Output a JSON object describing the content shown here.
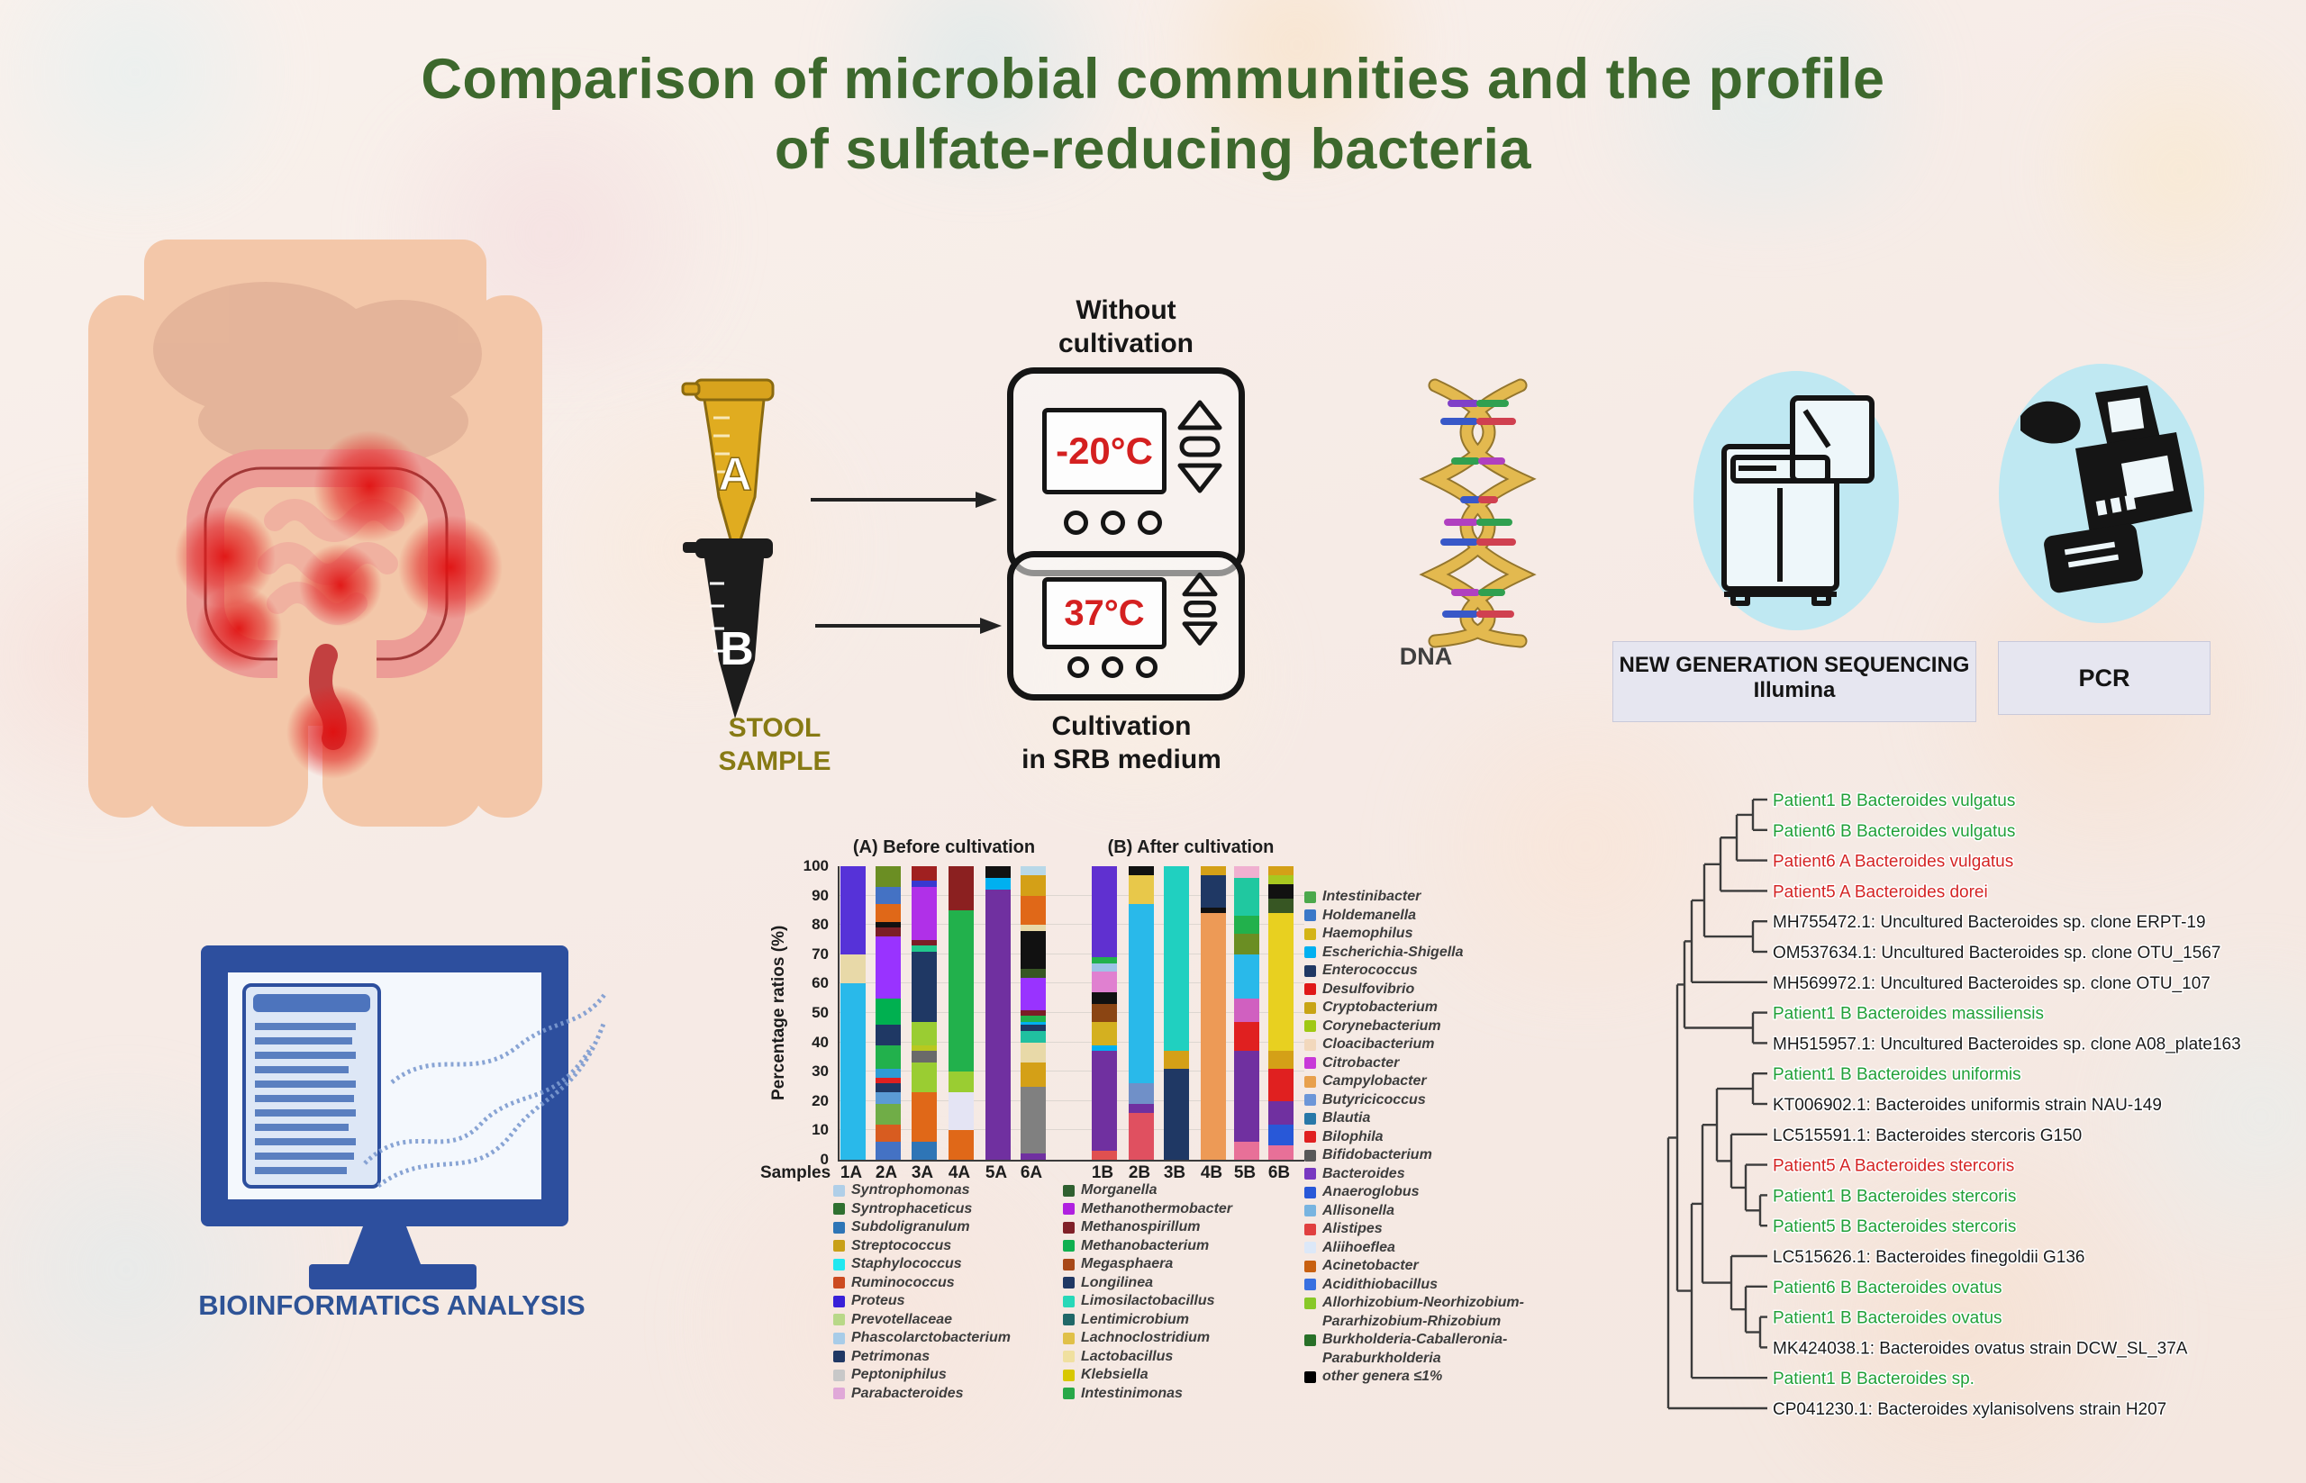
{
  "title": {
    "line1": "Comparison of microbial communities and the profile",
    "line2": "of sulfate-reducing bacteria",
    "color": "#3d682d"
  },
  "workflow": {
    "without_line1": "Without",
    "without_line2": "cultivation",
    "cultivation_line1": "Cultivation",
    "cultivation_line2": "in SRB medium",
    "stool_line1": "STOOL",
    "stool_line2": "SAMPLE",
    "stool_color": "#877a14",
    "tube_a_letter": "A",
    "tube_b_letter": "B",
    "temp_a": "-20°C",
    "temp_b": "37°C",
    "temp_color": "#d42020",
    "dna_label": "DNA",
    "ngs_line1": "NEW GENERATION SEQUENCING",
    "ngs_line2": "Illumina",
    "pcr_label": "PCR",
    "bioinformatics_label": "BIOINFORMATICS ANALYSIS",
    "bio_color": "#2e5396",
    "circle_color": "#bfe8f2"
  },
  "chart_data": {
    "type": "stacked-bar",
    "title_a": "(A) Before cultivation",
    "title_b": "(B) After cultivation",
    "ylabel": "Percentage ratios (%)",
    "xlabel": "Samples",
    "ylim": [
      0,
      100
    ],
    "yticks": [
      0,
      10,
      20,
      30,
      40,
      50,
      60,
      70,
      80,
      90,
      100
    ],
    "bars": [
      {
        "label": "1A",
        "segments": [
          [
            "#29b9ea",
            60
          ],
          [
            "#e8d9a8",
            10
          ],
          [
            "#5632d8",
            30
          ]
        ]
      },
      {
        "label": "2A",
        "segments": [
          [
            "#4472c4",
            6
          ],
          [
            "#d85c20",
            6
          ],
          [
            "#70ad47",
            7
          ],
          [
            "#5b9bd5",
            4
          ],
          [
            "#1f3864",
            3
          ],
          [
            "#e02020",
            2
          ],
          [
            "#2e9bd5",
            3
          ],
          [
            "#22b14c",
            8
          ],
          [
            "#1f3864",
            7
          ],
          [
            "#00b050",
            9
          ],
          [
            "#9933ff",
            21
          ],
          [
            "#7b1e26",
            3
          ],
          [
            "#111111",
            2
          ],
          [
            "#e06818",
            6
          ],
          [
            "#4472c4",
            6
          ],
          [
            "#6b8e23",
            7
          ]
        ]
      },
      {
        "label": "3A",
        "segments": [
          [
            "#2e75b6",
            6
          ],
          [
            "#e06818",
            17
          ],
          [
            "#9acd32",
            10
          ],
          [
            "#6a6a6a",
            4
          ],
          [
            "#b8c820",
            2
          ],
          [
            "#9acd32",
            8
          ],
          [
            "#1f3864",
            24
          ],
          [
            "#22c88c",
            2
          ],
          [
            "#7b1e26",
            2
          ],
          [
            "#b030e8",
            18
          ],
          [
            "#3838d0",
            2
          ],
          [
            "#a02020",
            5
          ]
        ]
      },
      {
        "label": "4A",
        "segments": [
          [
            "#e06818",
            10
          ],
          [
            "#e4e4f4",
            13
          ],
          [
            "#9acd32",
            7
          ],
          [
            "#22b14c",
            55
          ],
          [
            "#8b2020",
            15
          ]
        ]
      },
      {
        "label": "5A",
        "segments": [
          [
            "#7030a0",
            92
          ],
          [
            "#00b0f0",
            4
          ],
          [
            "#111111",
            4
          ]
        ]
      },
      {
        "label": "6A",
        "segments": [
          [
            "#7030a0",
            2
          ],
          [
            "#808080",
            23
          ],
          [
            "#d4a017",
            8
          ],
          [
            "#e8d9a8",
            7
          ],
          [
            "#20c0a0",
            4
          ],
          [
            "#1f3864",
            2
          ],
          [
            "#00b0f0",
            1
          ],
          [
            "#22b14c",
            2
          ],
          [
            "#7b1e26",
            2
          ],
          [
            "#9933ff",
            11
          ],
          [
            "#375623",
            3
          ],
          [
            "#111111",
            13
          ],
          [
            "#e8d9a8",
            2
          ],
          [
            "#e06818",
            10
          ],
          [
            "#d4a017",
            7
          ],
          [
            "#b8d8e8",
            3
          ]
        ]
      },
      {
        "label": "1B",
        "segments": [
          [
            "#e05050",
            3
          ],
          [
            "#7030a0",
            34
          ],
          [
            "#00b0f0",
            2
          ],
          [
            "#d4b020",
            8
          ],
          [
            "#8b4513",
            6
          ],
          [
            "#111111",
            4
          ],
          [
            "#e080d0",
            7
          ],
          [
            "#9dc3e6",
            3
          ],
          [
            "#22b14c",
            2
          ],
          [
            "#6030d0",
            31
          ]
        ]
      },
      {
        "label": "2B",
        "segments": [
          [
            "#e05060",
            16
          ],
          [
            "#7030a0",
            3
          ],
          [
            "#7090c8",
            7
          ],
          [
            "#29b9ea",
            61
          ],
          [
            "#e8c84a",
            10
          ],
          [
            "#111111",
            3
          ]
        ]
      },
      {
        "label": "3B",
        "segments": [
          [
            "#1f3864",
            31
          ],
          [
            "#d4a017",
            6
          ],
          [
            "#20d0c0",
            63
          ]
        ]
      },
      {
        "label": "4B",
        "segments": [
          [
            "#ed9a56",
            84
          ],
          [
            "#111111",
            2
          ],
          [
            "#1f3864",
            11
          ],
          [
            "#d4a017",
            3
          ]
        ]
      },
      {
        "label": "5B",
        "segments": [
          [
            "#e87098",
            6
          ],
          [
            "#7030a0",
            31
          ],
          [
            "#e02020",
            10
          ],
          [
            "#d060c0",
            8
          ],
          [
            "#29b9ea",
            15
          ],
          [
            "#6b8e23",
            7
          ],
          [
            "#22b14c",
            6
          ],
          [
            "#20c8a0",
            13
          ],
          [
            "#f0b0d0",
            4
          ]
        ]
      },
      {
        "label": "6B",
        "segments": [
          [
            "#e87098",
            5
          ],
          [
            "#2858d8",
            7
          ],
          [
            "#7030a0",
            8
          ],
          [
            "#e02020",
            11
          ],
          [
            "#d4a017",
            6
          ],
          [
            "#e8d020",
            47
          ],
          [
            "#375623",
            5
          ],
          [
            "#111111",
            5
          ],
          [
            "#a8c820",
            3
          ],
          [
            "#d4a017",
            3
          ]
        ]
      }
    ],
    "legend_columns": [
      [
        {
          "label": "Syntrophomonas",
          "color": "#b0cfe8"
        },
        {
          "label": "Syntrophaceticus",
          "color": "#2f7030"
        },
        {
          "label": "Subdoligranulum",
          "color": "#2e75b6"
        },
        {
          "label": "Streptococcus",
          "color": "#c8a018"
        },
        {
          "label": "Staphylococcus",
          "color": "#20e8f0"
        },
        {
          "label": "Ruminococcus",
          "color": "#cc4a20"
        },
        {
          "label": "Proteus",
          "color": "#3820d8"
        },
        {
          "label": "Prevotellaceae",
          "color": "#b8d888"
        },
        {
          "label": "Phascolarctobacterium",
          "color": "#a8cce8"
        },
        {
          "label": "Petrimonas",
          "color": "#203864"
        },
        {
          "label": "Peptoniphilus",
          "color": "#c8c8c8"
        },
        {
          "label": "Parabacteroides",
          "color": "#e0a8d8"
        }
      ],
      [
        {
          "label": "Morganella",
          "color": "#2f6030"
        },
        {
          "label": "Methanothermobacter",
          "color": "#b020e0"
        },
        {
          "label": "Methanospirillum",
          "color": "#802028"
        },
        {
          "label": "Methanobacterium",
          "color": "#10b050"
        },
        {
          "label": "Megasphaera",
          "color": "#a84818"
        },
        {
          "label": "Longilinea",
          "color": "#203864"
        },
        {
          "label": "Limosilactobacillus",
          "color": "#28d8b8"
        },
        {
          "label": "Lentimicrobium",
          "color": "#206868"
        },
        {
          "label": "Lachnoclostridium",
          "color": "#e0c048"
        },
        {
          "label": "Lactobacillus",
          "color": "#f0e0a0"
        },
        {
          "label": "Klebsiella",
          "color": "#d8c800"
        },
        {
          "label": "Intestinimonas",
          "color": "#28a848"
        }
      ],
      [
        {
          "label": "Intestinibacter",
          "color": "#4ba84b"
        },
        {
          "label": "Holdemanella",
          "color": "#3b78c8"
        },
        {
          "label": "Haemophilus",
          "color": "#d4b416"
        },
        {
          "label": "Escherichia-Shigella",
          "color": "#00b0f0"
        },
        {
          "label": "Enterococcus",
          "color": "#203864"
        },
        {
          "label": "Desulfovibrio",
          "color": "#e01818"
        },
        {
          "label": "Cryptobacterium",
          "color": "#c8a415"
        },
        {
          "label": "Corynebacterium",
          "color": "#a0c814"
        },
        {
          "label": "Cloacibacterium",
          "color": "#f2d8bc"
        },
        {
          "label": "Citrobacter",
          "color": "#c838d8"
        },
        {
          "label": "Campylobacter",
          "color": "#e8a04c"
        },
        {
          "label": "Butyricicoccus",
          "color": "#6c96d8"
        },
        {
          "label": "Blautia",
          "color": "#2878a8"
        },
        {
          "label": "Bilophila",
          "color": "#e02020"
        },
        {
          "label": "Bifidobacterium",
          "color": "#585858"
        },
        {
          "label": "Bacteroides",
          "color": "#7838c0"
        },
        {
          "label": "Anaeroglobus",
          "color": "#2858d8"
        },
        {
          "label": "Allisonella",
          "color": "#78b4e0"
        },
        {
          "label": "Alistipes",
          "color": "#e04040"
        },
        {
          "label": "Aliihoeflea",
          "color": "#dce8f8"
        },
        {
          "label": "Acinetobacter",
          "color": "#c86010"
        },
        {
          "label": "Acidithiobacillus",
          "color": "#3870e0"
        },
        {
          "label": "Allorhizobium-Neorhizobium-",
          "label2": "Pararhizobium-Rhizobium",
          "color": "#88c828"
        },
        {
          "label": "Burkholderia-Caballeronia-",
          "label2": "Paraburkholderia",
          "color": "#287028"
        },
        {
          "label": "other genera ≤1%",
          "color": "#000000"
        }
      ]
    ]
  },
  "tree": {
    "colors": {
      "green": "#21a038",
      "red": "#d42424",
      "black": "#1a1a1a"
    },
    "leaves": [
      {
        "label": "Patient1 B Bacteroides vulgatus",
        "color": "green"
      },
      {
        "label": "Patient6 B Bacteroides vulgatus",
        "color": "green"
      },
      {
        "label": "Patient6 A Bacteroides vulgatus",
        "color": "red"
      },
      {
        "label": "Patient5 A Bacteroides dorei",
        "color": "red"
      },
      {
        "label": "MH755472.1: Uncultured Bacteroides sp. clone ERPT-19",
        "color": "black"
      },
      {
        "label": "OM537634.1: Uncultured Bacteroides sp. clone OTU_1567",
        "color": "black"
      },
      {
        "label": "MH569972.1: Uncultured Bacteroides sp. clone OTU_107",
        "color": "black"
      },
      {
        "label": "Patient1 B Bacteroides massiliensis",
        "color": "green"
      },
      {
        "label": "MH515957.1: Uncultured Bacteroides sp. clone A08_plate163",
        "color": "black"
      },
      {
        "label": "Patient1 B Bacteroides uniformis",
        "color": "green"
      },
      {
        "label": "KT006902.1: Bacteroides uniformis strain NAU-149",
        "color": "black"
      },
      {
        "label": "LC515591.1: Bacteroides stercoris G150",
        "color": "black"
      },
      {
        "label": "Patient5 A Bacteroides stercoris",
        "color": "red"
      },
      {
        "label": "Patient1 B Bacteroides stercoris",
        "color": "green"
      },
      {
        "label": "Patient5 B Bacteroides stercoris",
        "color": "green"
      },
      {
        "label": "LC515626.1: Bacteroides finegoldii G136",
        "color": "black"
      },
      {
        "label": "Patient6 B Bacteroides ovatus",
        "color": "green"
      },
      {
        "label": "Patient1 B Bacteroides ovatus",
        "color": "green"
      },
      {
        "label": "MK424038.1: Bacteroides ovatus strain DCW_SL_37A",
        "color": "black"
      },
      {
        "label": "Patient1 B Bacteroides sp.",
        "color": "green"
      },
      {
        "label": "CP041230.1: Bacteroides xylanisolvens strain H207",
        "color": "black"
      }
    ],
    "merges": [
      [
        "n0",
        "L0",
        "L1",
        96
      ],
      [
        "n1",
        "n0",
        "L2",
        78
      ],
      [
        "n2",
        "n1",
        "L3",
        60
      ],
      [
        "n3",
        "L4",
        "L5",
        96
      ],
      [
        "n4",
        "n2",
        "n3",
        42
      ],
      [
        "n5",
        "n4",
        "L6",
        28
      ],
      [
        "n6",
        "L7",
        "L8",
        96
      ],
      [
        "n7",
        "n5",
        "n6",
        20
      ],
      [
        "n8",
        "L9",
        "L10",
        96
      ],
      [
        "n9",
        "L13",
        "L14",
        104
      ],
      [
        "n10",
        "L12",
        "n9",
        88
      ],
      [
        "n11",
        "L11",
        "n10",
        72
      ],
      [
        "n12",
        "n8",
        "n11",
        56
      ],
      [
        "n13",
        "L17",
        "L18",
        104
      ],
      [
        "n14",
        "L16",
        "n13",
        88
      ],
      [
        "n15",
        "L15",
        "n14",
        72
      ],
      [
        "n16",
        "n12",
        "n15",
        40
      ],
      [
        "n17",
        "n16",
        "L19",
        28
      ],
      [
        "n18",
        "n7",
        "n17",
        12
      ],
      [
        "n19",
        "n18",
        "L20",
        2
      ]
    ]
  }
}
